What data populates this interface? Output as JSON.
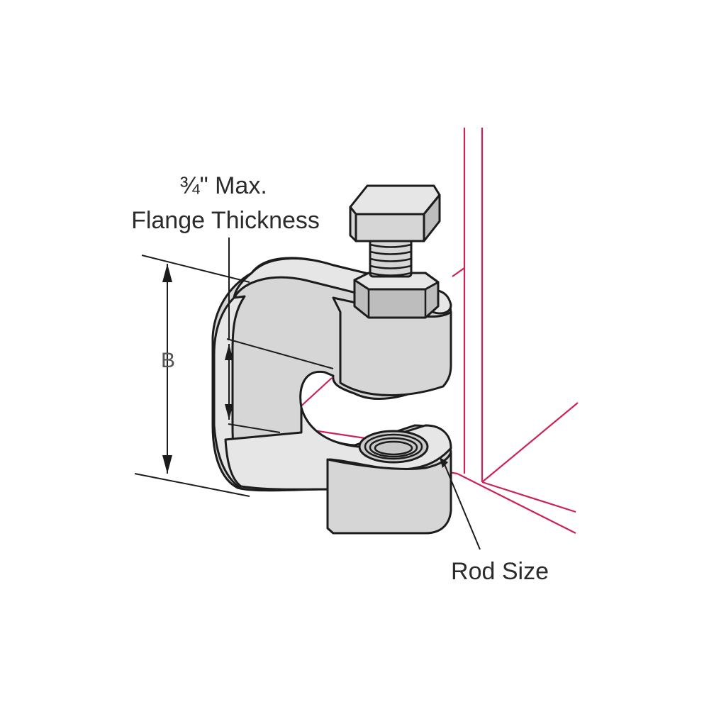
{
  "labels": {
    "flange_line1": "¾\" Max.",
    "flange_line2": "Flange Thickness",
    "dimension_b": "B",
    "rod_size": "Rod Size"
  },
  "colors": {
    "beam_outline": "#cc2255",
    "clamp_fill": "#d6d6d6",
    "outline": "#1c1c1c",
    "background": "#ffffff"
  }
}
